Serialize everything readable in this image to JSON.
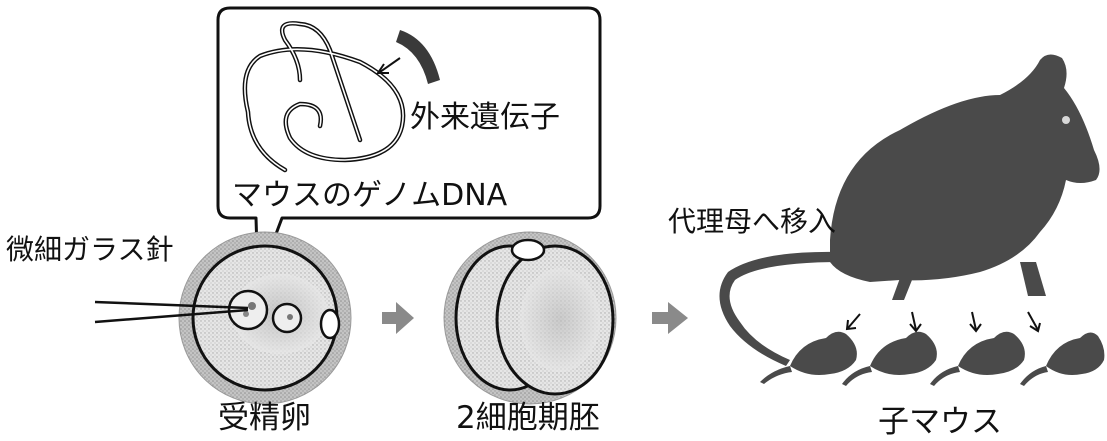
{
  "callout": {
    "transgene_label": "外来遺伝子",
    "genome_label": "マウスのゲノムDNA"
  },
  "labels": {
    "needle": "微細ガラス針",
    "transfer": "代理母へ移入"
  },
  "stages": [
    {
      "label": "受精卵"
    },
    {
      "label": "2細胞期胚"
    },
    {
      "label": "子マウス"
    }
  ],
  "colors": {
    "outline": "#111111",
    "mouse": "#4a4a4a",
    "zona": "#bdbdbd",
    "cytoplasm": "#d9d9d9",
    "arrow": "#8a8a8a",
    "transgene": "#3a3a3a"
  }
}
